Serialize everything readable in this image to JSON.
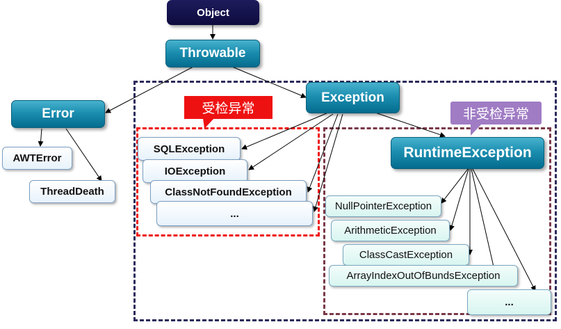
{
  "nodes": {
    "object": "Object",
    "throwable": "Throwable",
    "error": "Error",
    "exception": "Exception",
    "runtime_exception": "RuntimeException",
    "awt_error": "AWTError",
    "thread_death": "ThreadDeath",
    "sql_exception": "SQLException",
    "io_exception": "IOException",
    "class_not_found_exception": "ClassNotFoundException",
    "checked_more": "...",
    "null_pointer_exception": "NullPointerException",
    "arithmetic_exception": "ArithmeticException",
    "class_cast_exception": "ClassCastException",
    "array_index_exception": "ArrayIndexOutOfBundsException",
    "unchecked_more": "..."
  },
  "callouts": {
    "checked": "受检异常",
    "unchecked": "非受检异常"
  },
  "colors": {
    "node_dark": "#120f4a",
    "node_teal": "#137fa3",
    "callout_red": "#ee1111",
    "callout_purple": "#a07cc4",
    "frame_navy": "#2a2a5c",
    "frame_red": "#ee1111",
    "frame_maroon": "#7a3848"
  }
}
